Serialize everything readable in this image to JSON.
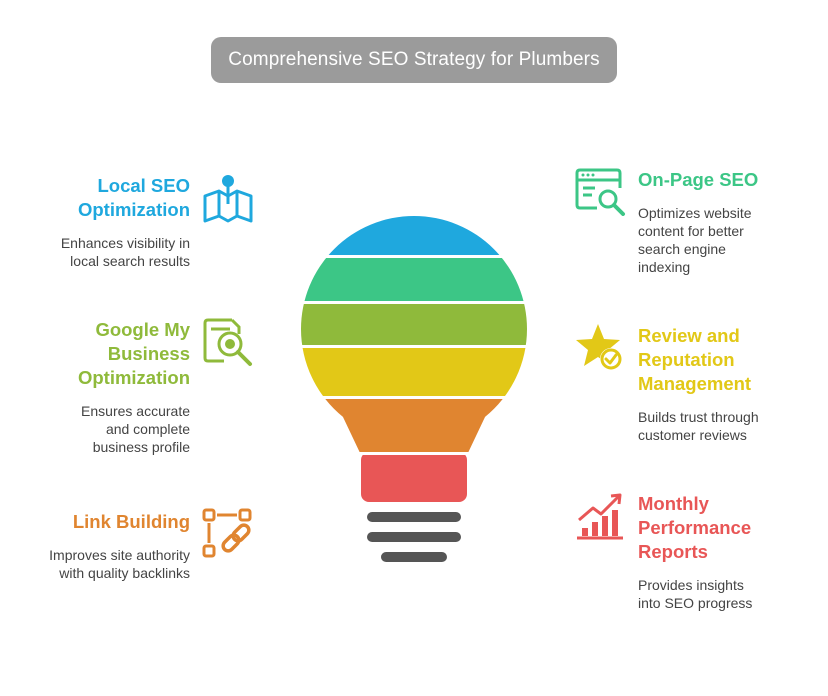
{
  "title": "Comprehensive SEO Strategy for Plumbers",
  "colors": {
    "title_bg": "#9b9b9b",
    "blue": "#1fa8de",
    "green": "#3cc686",
    "olive": "#8fba3b",
    "yellow": "#e2c817",
    "orange": "#e08530",
    "red": "#e85656",
    "base": "#555555"
  },
  "items": [
    {
      "heading": "Local SEO Optimization",
      "description": "Enhances visibility in local search results",
      "icon": "map-pin-icon",
      "color": "#1fa8de"
    },
    {
      "heading": "Google My Business Optimization",
      "description": "Ensures accurate and complete business profile",
      "icon": "profile-search-icon",
      "color": "#8fba3b"
    },
    {
      "heading": "Link Building",
      "description": "Improves site authority with quality backlinks",
      "icon": "chain-link-icon",
      "color": "#e08530"
    },
    {
      "heading": "On-Page SEO",
      "description": "Optimizes website content for better search engine indexing",
      "icon": "webpage-search-icon",
      "color": "#3cc686"
    },
    {
      "heading": "Review and Reputation Management",
      "description": "Builds trust through customer reviews",
      "icon": "star-check-icon",
      "color": "#e2c817"
    },
    {
      "heading": "Monthly Performance Reports",
      "description": "Provides insights into SEO progress",
      "icon": "bar-chart-icon",
      "color": "#e85656"
    }
  ]
}
